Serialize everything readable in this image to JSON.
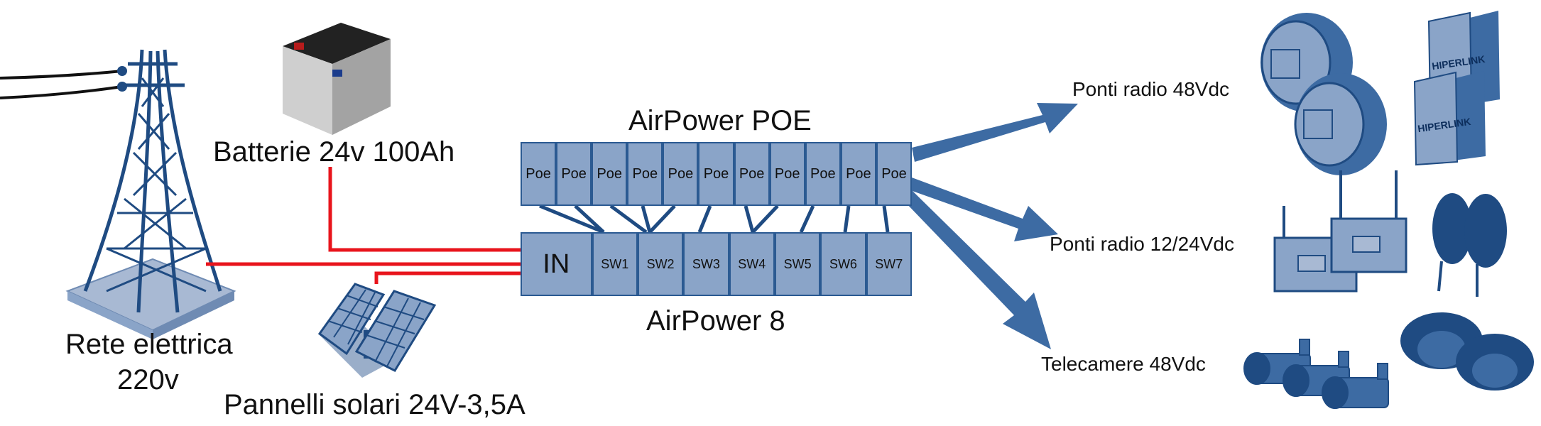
{
  "labels": {
    "grid": "Rete elettrica",
    "grid_voltage": "220v",
    "battery": "Batterie 24v 100Ah",
    "solar": "Pannelli solari 24V-3,5A",
    "poe_unit": "AirPower POE",
    "sw_unit": "AirPower 8",
    "out_radio48": "Ponti radio 48Vdc",
    "out_radio1224": "Ponti radio 12/24Vdc",
    "out_cameras": "Telecamere 48Vdc"
  },
  "poe_ports": [
    "Poe",
    "Poe",
    "Poe",
    "Poe",
    "Poe",
    "Poe",
    "Poe",
    "Poe",
    "Poe",
    "Poe",
    "Poe"
  ],
  "sw_ports": [
    "IN",
    "SW1",
    "SW2",
    "SW3",
    "SW4",
    "SW5",
    "SW6",
    "SW7"
  ],
  "device_text": {
    "brand_tag": "HIPERLINK"
  },
  "colors": {
    "navy": "#1f4b82",
    "mid_blue": "#3d6ba3",
    "light_blue": "#8aa4c8",
    "power_red": "#e8141c"
  }
}
